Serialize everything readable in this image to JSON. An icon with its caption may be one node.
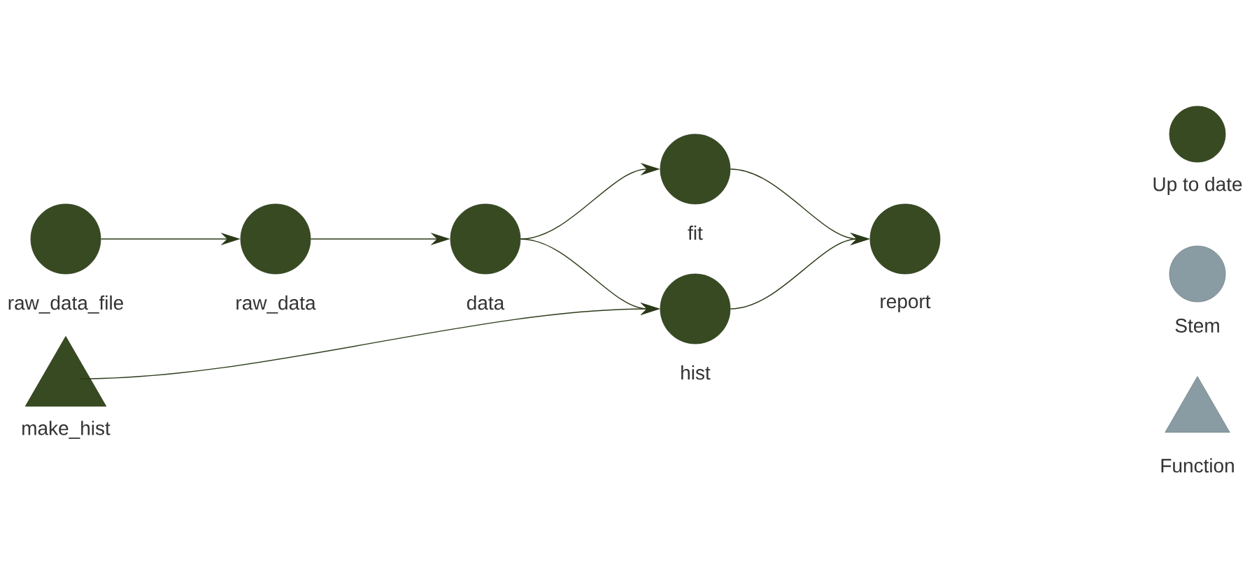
{
  "diagram": {
    "nodes": [
      {
        "text": [
          "raw_data_file"
        ]
      },
      {
        "text": [
          "raw_data"
        ]
      },
      {
        "text": [
          "data"
        ]
      },
      {
        "text": [
          "fit"
        ]
      },
      {
        "text": [
          "hist"
        ]
      },
      {
        "text": [
          "report"
        ]
      },
      {
        "text": [
          "make_hist"
        ]
      }
    ],
    "edges": [
      {
        "from": 0,
        "to": 1,
        "arrow": "to"
      },
      {
        "from": 1,
        "to": 2,
        "arrow": "to"
      },
      {
        "from": 2,
        "to": 3,
        "arrow": "to"
      },
      {
        "from": 2,
        "to": 4,
        "arrow": "to"
      },
      {
        "from": 6,
        "to": 4,
        "arrow": "to"
      },
      {
        "from": 3,
        "to": 5,
        "arrow": "to"
      },
      {
        "from": 4,
        "to": 5,
        "arrow": "to"
      }
    ],
    "legend": [
      {
        "text": "Up to date"
      },
      {
        "text": "Stem"
      },
      {
        "text": "Function"
      }
    ]
  }
}
